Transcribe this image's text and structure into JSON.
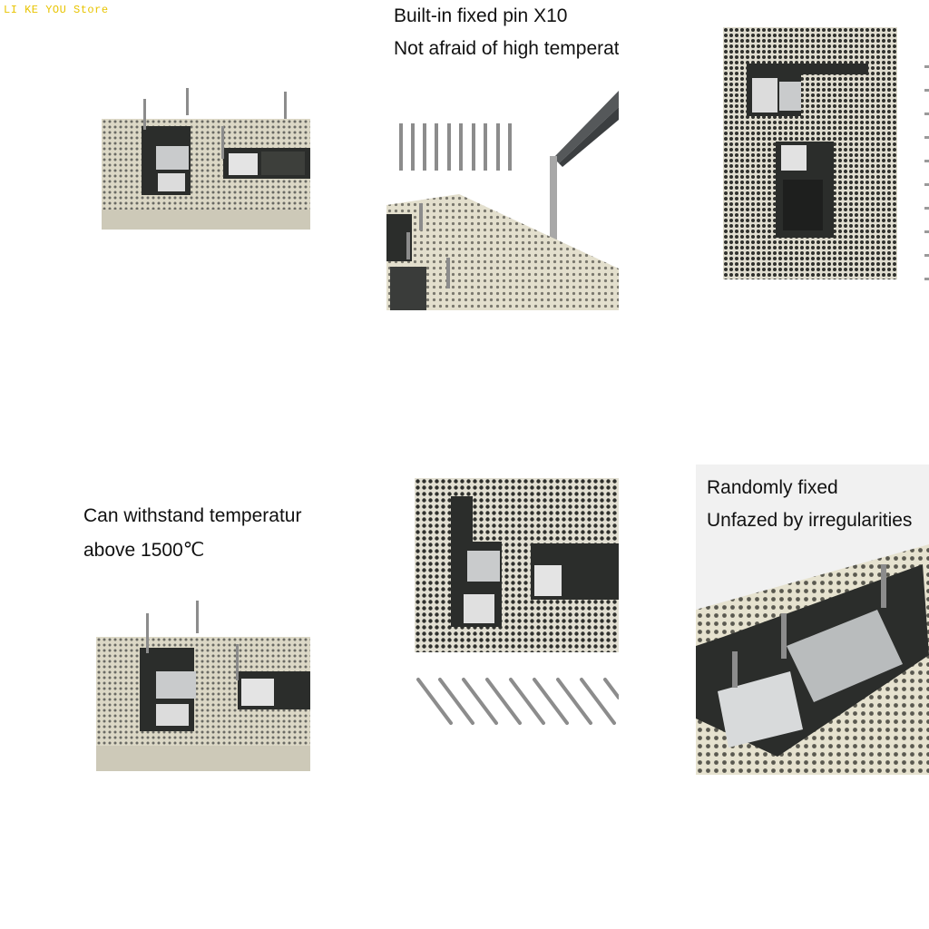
{
  "store_tag": "LI KE YOU Store",
  "captions": {
    "top_middle_line1": "Built-in fixed pin X10",
    "top_middle_line2": "Not afraid of high temperat",
    "bottom_left_line1": "Can withstand temperatur",
    "bottom_left_line2": "above 1500℃",
    "bottom_right_line1": "Randomly fixed",
    "bottom_right_line2": "Unfazed by irregularities"
  },
  "colors": {
    "mat": "#dcd8c6",
    "mat_edge": "#cdc9b8",
    "hole": "#6a6a64",
    "board": "#2b2d2b",
    "shield": "#c9cbcc",
    "pin": "#8c8c8c"
  }
}
